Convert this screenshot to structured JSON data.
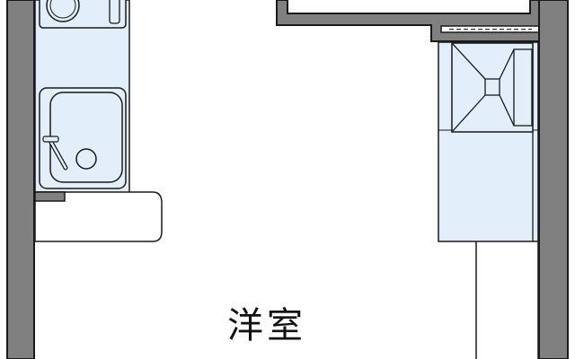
{
  "floorplan": {
    "rooms": [
      {
        "id": "western-room",
        "label": "洋室"
      }
    ],
    "fixtures": [
      "kitchen-sink",
      "stove",
      "washing-machine-pan",
      "closet",
      "counter"
    ],
    "colors": {
      "wall": "#808080",
      "wall_outline": "#1a1a1a",
      "wet_area": "#e3eefb",
      "background": "#ffffff"
    }
  }
}
